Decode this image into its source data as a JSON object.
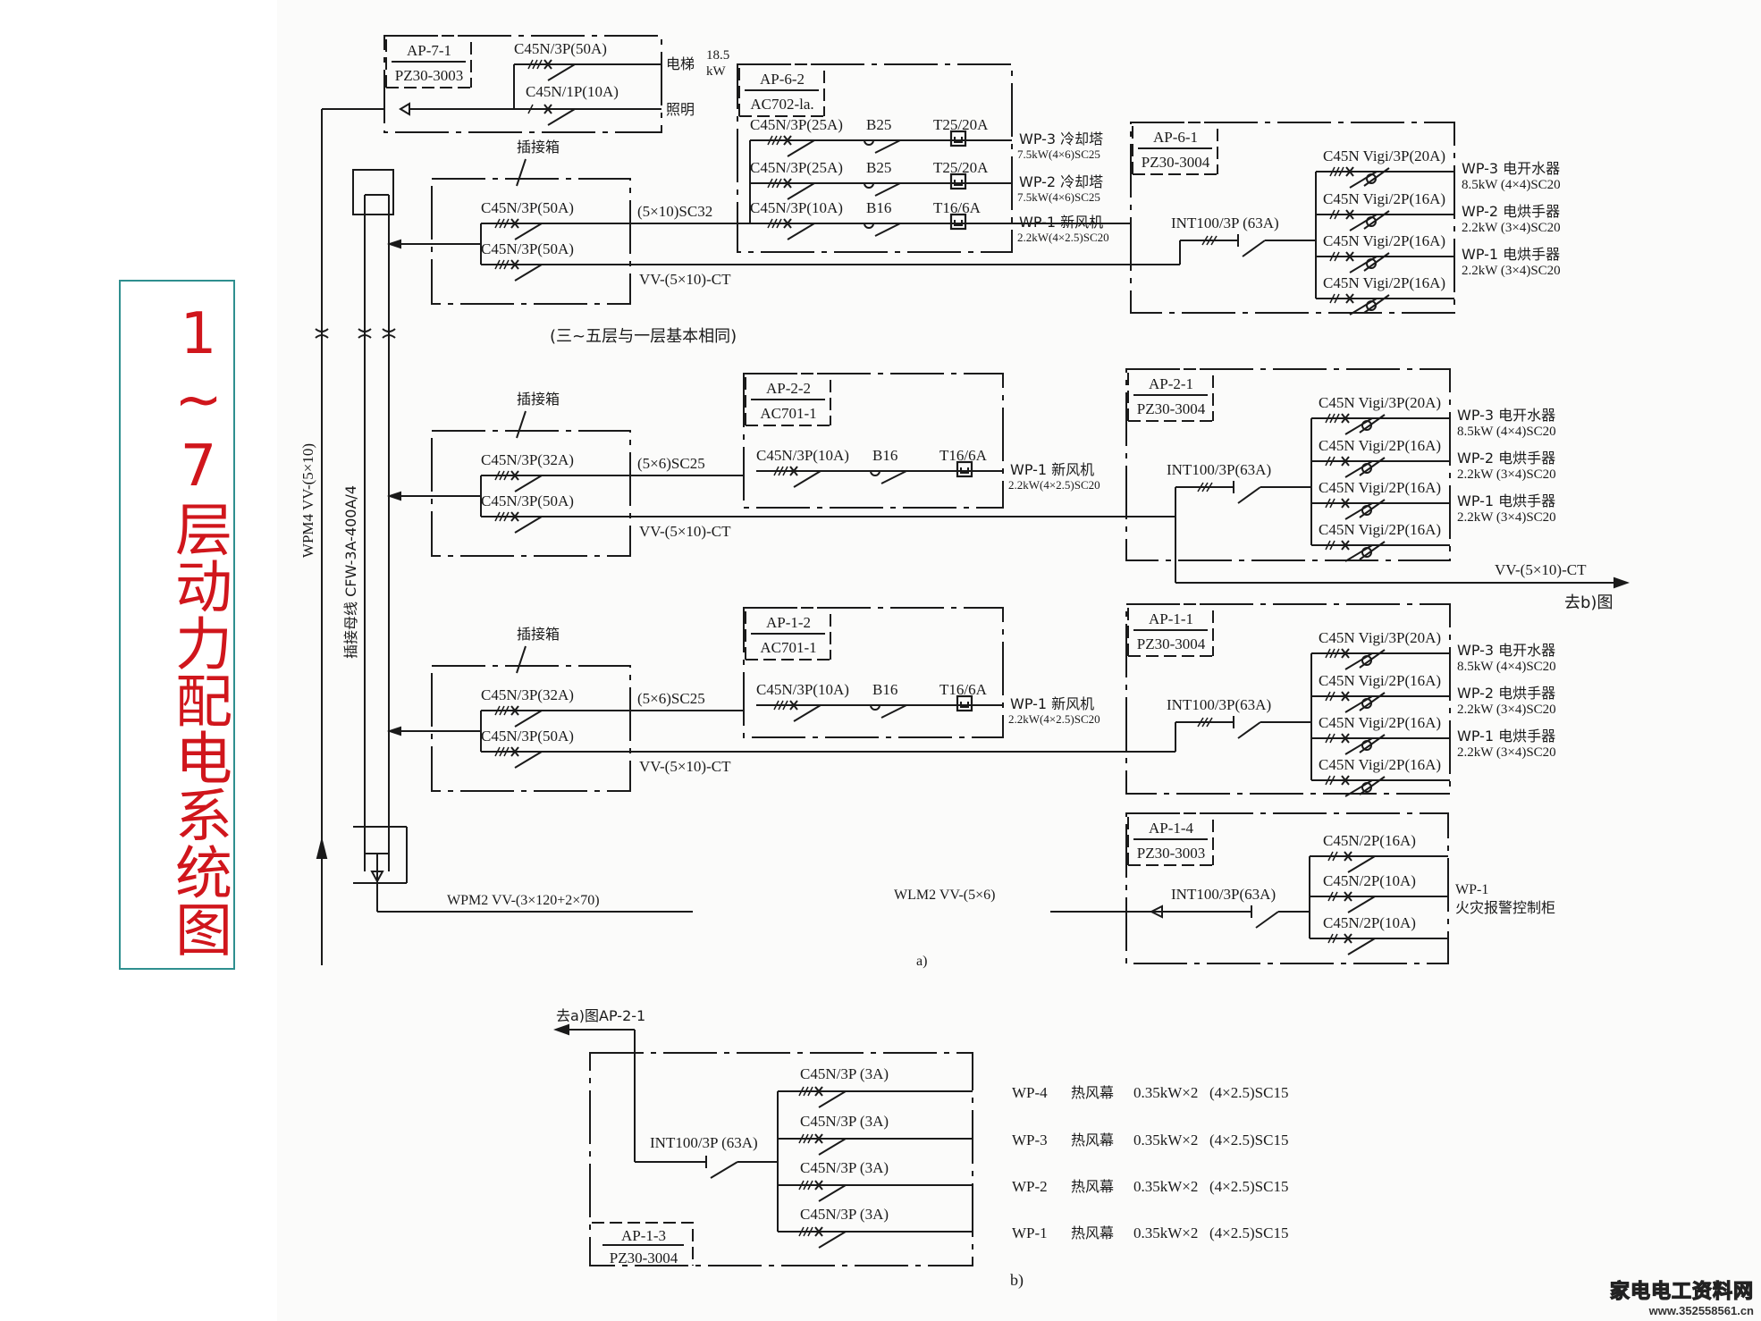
{
  "title": "1~7层动力配电系统图",
  "watermark": {
    "site_name": "家电电工资料网",
    "url": "www.352558561.cn"
  },
  "risers": {
    "wpm4": "WPM4  VV-(5×10)",
    "busway": "插接母线 CFW-3A-400A/4",
    "wpm2": "WPM2 VV-(3×120+2×70)",
    "wlm2": "WLM2 VV-(5×6)"
  },
  "note_floors": "(三~五层与一层基本相同)",
  "figure_a_label": "a)",
  "figure_b_label": "b)",
  "to_b_label": "去b)图",
  "to_a_label": "去a)图AP-2-1",
  "ap71": {
    "id": "AP-7-1",
    "model": "PZ30-3003",
    "breakers": [
      "C45N/3P(50A)",
      "C45N/1P(10A)"
    ],
    "loads": [
      "电梯",
      "照明"
    ],
    "power": [
      "18.5",
      "kW"
    ]
  },
  "tapbox": {
    "label": "插接箱"
  },
  "tap7": {
    "breakers": [
      "C45N/3P(50A)",
      "C45N/3P(50A)"
    ],
    "cable_top": "(5×10)SC32",
    "cable_bot": "VV-(5×10)-CT"
  },
  "tap2": {
    "breakers": [
      "C45N/3P(32A)",
      "C45N/3P(50A)"
    ],
    "cable_top": "(5×6)SC25",
    "cable_bot": "VV-(5×10)-CT"
  },
  "tap1": {
    "breakers": [
      "C45N/3P(32A)",
      "C45N/3P(50A)"
    ],
    "cable_top": "(5×6)SC25",
    "cable_bot": "VV-(5×10)-CT"
  },
  "ap62": {
    "id": "AP-6-2",
    "model": "AC702-la.",
    "rows": [
      {
        "breaker": "C45N/3P(25A)",
        "contactor": "B25",
        "relay": "T25/20A",
        "circuit": "WP-3 冷却塔",
        "spec": "7.5kW(4×6)SC25"
      },
      {
        "breaker": "C45N/3P(25A)",
        "contactor": "B25",
        "relay": "T25/20A",
        "circuit": "WP-2 冷却塔",
        "spec": "7.5kW(4×6)SC25"
      },
      {
        "breaker": "C45N/3P(10A)",
        "contactor": "B16",
        "relay": "T16/6A",
        "circuit": "WP-1 新风机",
        "spec": "2.2kW(4×2.5)SC20"
      }
    ]
  },
  "ap22": {
    "id": "AP-2-2",
    "model": "AC701-1",
    "rows": [
      {
        "breaker": "C45N/3P(10A)",
        "contactor": "B16",
        "relay": "T16/6A",
        "circuit": "WP-1 新风机",
        "spec": "2.2kW(4×2.5)SC20"
      }
    ]
  },
  "ap12": {
    "id": "AP-1-2",
    "model": "AC701-1",
    "rows": [
      {
        "breaker": "C45N/3P(10A)",
        "contactor": "B16",
        "relay": "T16/6A",
        "circuit": "WP-1 新风机",
        "spec": "2.2kW(4×2.5)SC20"
      }
    ]
  },
  "ap61": {
    "id": "AP-6-1",
    "model": "PZ30-3004",
    "main": "INT100/3P (63A)",
    "breakers": [
      "C45N Vigi/3P(20A)",
      "C45N Vigi/2P(16A)",
      "C45N Vigi/2P(16A)",
      "C45N Vigi/2P(16A)"
    ],
    "circuits": [
      {
        "name": "WP-3 电开水器",
        "spec": "8.5kW (4×4)SC20"
      },
      {
        "name": "WP-2 电烘手器",
        "spec": "2.2kW  (3×4)SC20"
      },
      {
        "name": "WP-1 电烘手器",
        "spec": "2.2kW  (3×4)SC20"
      }
    ]
  },
  "ap21": {
    "id": "AP-2-1",
    "model": "PZ30-3004",
    "main": "INT100/3P(63A)",
    "breakers": [
      "C45N Vigi/3P(20A)",
      "C45N Vigi/2P(16A)",
      "C45N Vigi/2P(16A)",
      "C45N Vigi/2P(16A)"
    ],
    "circuits": [
      {
        "name": "WP-3 电开水器",
        "spec": "8.5kW  (4×4)SC20"
      },
      {
        "name": "WP-2 电烘手器",
        "spec": "2.2kW  (3×4)SC20"
      },
      {
        "name": "WP-1 电烘手器",
        "spec": "2.2kW  (3×4)SC20"
      }
    ],
    "out_cable": "VV-(5×10)-CT"
  },
  "ap11": {
    "id": "AP-1-1",
    "model": "PZ30-3004",
    "main": "INT100/3P(63A)",
    "breakers": [
      "C45N Vigi/3P(20A)",
      "C45N Vigi/2P(16A)",
      "C45N Vigi/2P(16A)",
      "C45N Vigi/2P(16A)"
    ],
    "circuits": [
      {
        "name": "WP-3 电开水器",
        "spec": "8.5kW (4×4)SC20"
      },
      {
        "name": "WP-2 电烘手器",
        "spec": "2.2kW  (3×4)SC20"
      },
      {
        "name": "WP-1 电烘手器",
        "spec": "2.2kW (3×4)SC20"
      }
    ]
  },
  "ap14": {
    "id": "AP-1-4",
    "model": "PZ30-3003",
    "main": "INT100/3P(63A)",
    "breakers": [
      "C45N/2P(16A)",
      "C45N/2P(10A)",
      "C45N/2P(10A)"
    ],
    "circuit": "WP-1",
    "load": "火灾报警控制柜"
  },
  "ap13": {
    "id": "AP-1-3",
    "model": "PZ30-3004",
    "main": "INT100/3P (63A)",
    "breakers": [
      "C45N/3P  (3A)",
      "C45N/3P  (3A)",
      "C45N/3P  (3A)",
      "C45N/3P  (3A)"
    ],
    "circuits": [
      {
        "name": "WP-4",
        "load": "热风幕",
        "power": "0.35kW×2",
        "cable": "(4×2.5)SC15"
      },
      {
        "name": "WP-3",
        "load": "热风幕",
        "power": "0.35kW×2",
        "cable": "(4×2.5)SC15"
      },
      {
        "name": "WP-2",
        "load": "热风幕",
        "power": "0.35kW×2",
        "cable": "(4×2.5)SC15"
      },
      {
        "name": "WP-1",
        "load": "热风幕",
        "power": "0.35kW×2",
        "cable": "(4×2.5)SC15"
      }
    ]
  }
}
